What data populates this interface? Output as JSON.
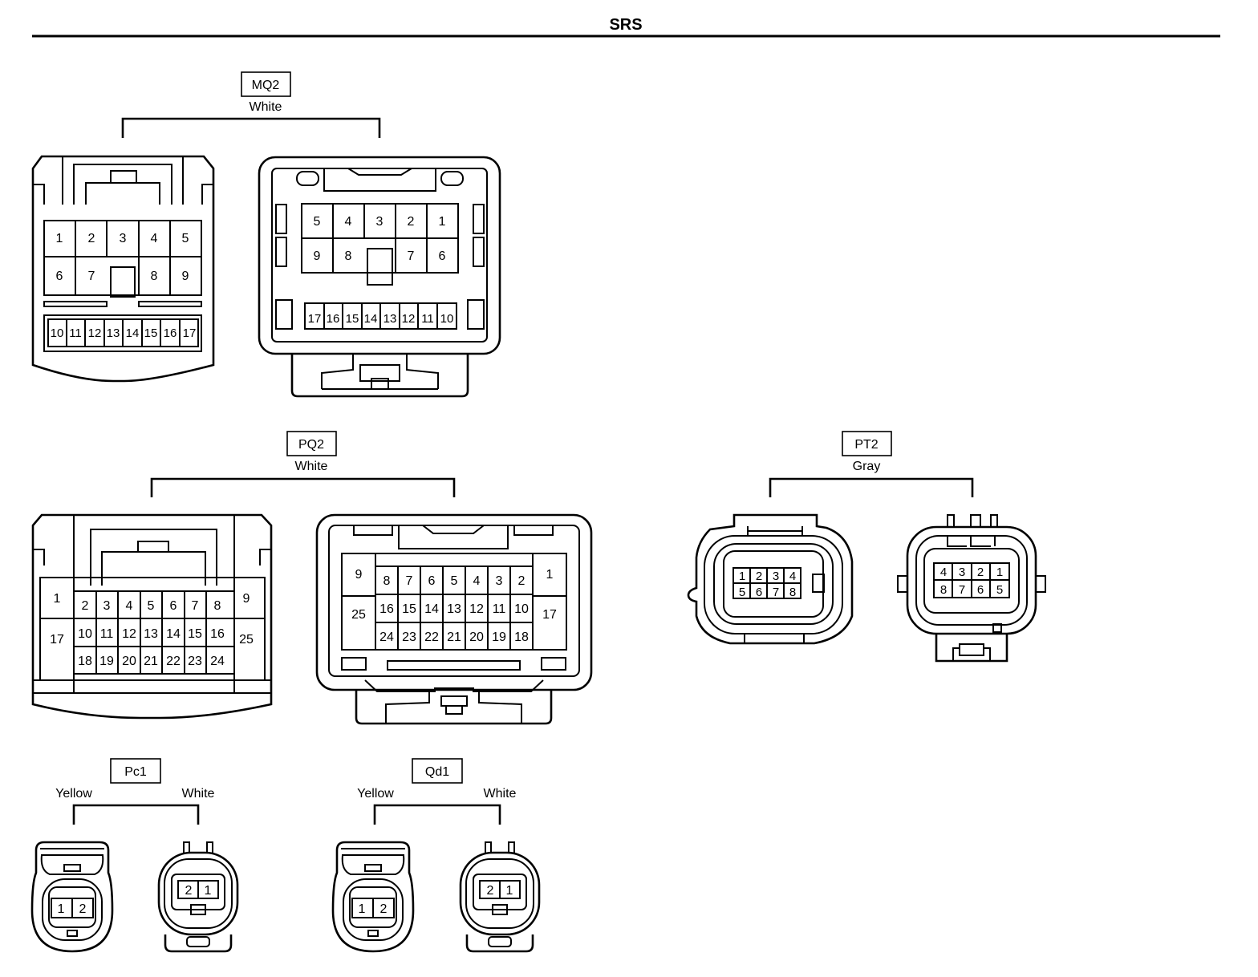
{
  "page_title": "SRS",
  "connectors": {
    "mq2": {
      "code": "MQ2",
      "color": "White",
      "left_pins": [
        "1",
        "2",
        "3",
        "4",
        "5",
        "6",
        "7",
        "8",
        "9",
        "10",
        "11",
        "12",
        "13",
        "14",
        "15",
        "16",
        "17"
      ],
      "right_pins": [
        "5",
        "4",
        "3",
        "2",
        "1",
        "9",
        "8",
        "7",
        "6",
        "17",
        "16",
        "15",
        "14",
        "13",
        "12",
        "11",
        "10"
      ]
    },
    "pq2": {
      "code": "PQ2",
      "color": "White",
      "left_pins": [
        "1",
        "2",
        "3",
        "4",
        "5",
        "6",
        "7",
        "8",
        "9",
        "17",
        "10",
        "11",
        "12",
        "13",
        "14",
        "15",
        "16",
        "25",
        "18",
        "19",
        "20",
        "21",
        "22",
        "23",
        "24"
      ],
      "right_pins": [
        "9",
        "8",
        "7",
        "6",
        "5",
        "4",
        "3",
        "2",
        "1",
        "25",
        "16",
        "15",
        "14",
        "13",
        "12",
        "11",
        "10",
        "17",
        "24",
        "23",
        "22",
        "21",
        "20",
        "19",
        "18"
      ]
    },
    "pt2": {
      "code": "PT2",
      "color": "Gray",
      "left_pins": [
        "1",
        "2",
        "3",
        "4",
        "5",
        "6",
        "7",
        "8"
      ],
      "right_pins": [
        "4",
        "3",
        "2",
        "1",
        "8",
        "7",
        "6",
        "5"
      ]
    },
    "pc1": {
      "code": "Pc1",
      "left_color": "Yellow",
      "right_color": "White",
      "left_pins": [
        "1",
        "2"
      ],
      "right_pins": [
        "2",
        "1"
      ]
    },
    "qd1": {
      "code": "Qd1",
      "left_color": "Yellow",
      "right_color": "White",
      "left_pins": [
        "1",
        "2"
      ],
      "right_pins": [
        "2",
        "1"
      ]
    }
  }
}
